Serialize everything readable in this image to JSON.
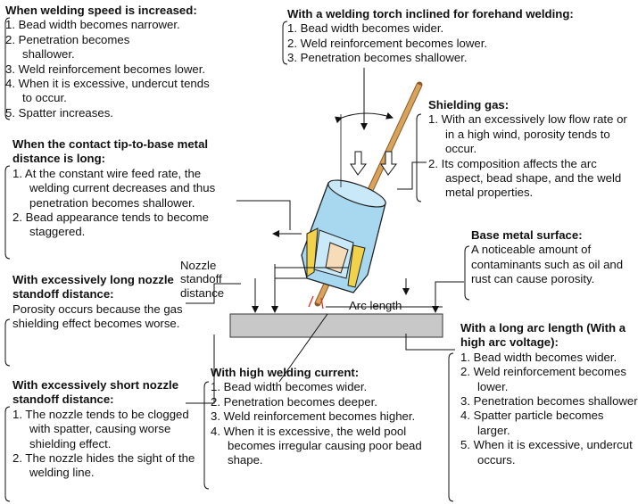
{
  "speed": {
    "heading": "When welding speed is increased:",
    "items": [
      "1. Bead width becomes narrower.",
      "2. Penetration becomes shallower.",
      "3. Weld reinforcement becomes lower.",
      "4. When it is excessive, undercut tends to occur.",
      "5. Spatter increases."
    ]
  },
  "torch": {
    "heading": "With a welding torch inclined for forehand welding:",
    "items": [
      "1. Bead width becomes wider.",
      "2. Weld reinforcement becomes lower.",
      "3. Penetration becomes shallower."
    ]
  },
  "gas": {
    "heading": "Shielding gas:",
    "items": [
      "1. With an excessively low flow rate or in a high wind, porosity tends to occur.",
      "2. Its composition affects the arc aspect, bead shape, and the weld metal properties."
    ]
  },
  "tip": {
    "heading": "When the contact tip-to-base metal distance is long:",
    "items": [
      "1. At the constant wire feed rate, the welding current decreases and thus penetration becomes shallower.",
      "2. Bead appearance tends to become staggered."
    ]
  },
  "surface": {
    "heading": "Base metal surface:",
    "text": "A noticeable amount of contaminants such as oil and rust can cause porosity."
  },
  "long_standoff": {
    "heading": "With excessively long nozzle standoff distance:",
    "text": "Porosity occurs because the gas shielding effect becomes worse."
  },
  "labels": {
    "nozzle": "Nozzle standoff distance",
    "arc": "Arc length"
  },
  "arc_len": {
    "heading": "With a long arc length (With a high arc voltage):",
    "items": [
      "1. Bead width becomes wider.",
      "2. Weld reinforcement becomes lower.",
      "3. Penetration becomes shallower.",
      "4. Spatter particle becomes larger.",
      "5. When it is excessive, undercut occurs."
    ]
  },
  "current": {
    "heading": "With high welding current:",
    "items": [
      "1. Bead width becomes wider.",
      "2. Penetration becomes deeper.",
      "3. Weld reinforcement becomes higher.",
      "4. When it is excessive, the weld pool becomes irregular causing poor bead shape."
    ]
  },
  "short_standoff": {
    "heading": "With excessively short nozzle standoff distance:",
    "items": [
      "1. The nozzle tends to be clogged with spatter, causing worse shielding effect.",
      "2. The nozzle hides the sight of the welding line."
    ]
  },
  "colors": {
    "nozzle": "#a8d8f0",
    "insulator": "#f2d24a",
    "wire": "#d9a35c",
    "tip": "#f6dcb8",
    "base_metal": "#c8c8c8",
    "arc": "#e03020"
  }
}
